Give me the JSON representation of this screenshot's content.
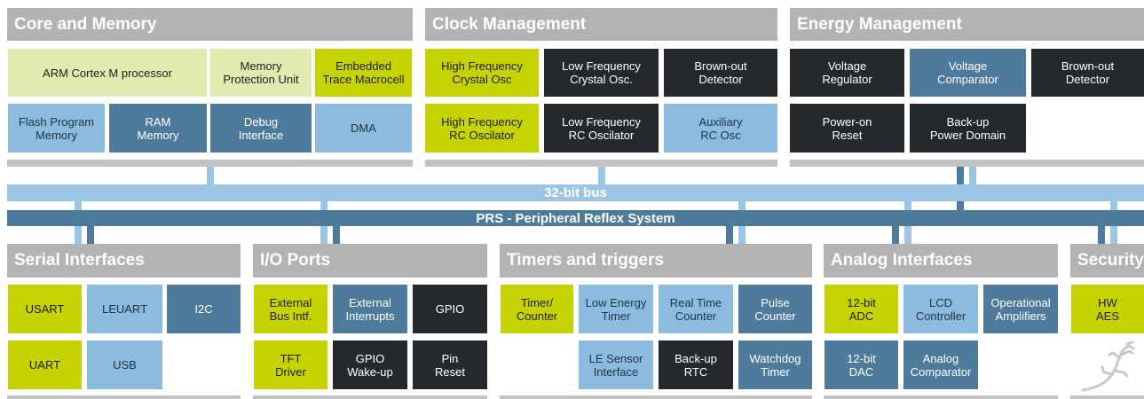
{
  "sections": {
    "core": "Core and Memory",
    "clock": "Clock Management",
    "energy": "Energy Management",
    "serial": "Serial Interfaces",
    "io": "I/O Ports",
    "timers": "Timers and triggers",
    "analog": "Analog Interfaces",
    "security": "Security"
  },
  "buses": {
    "bus32": "32-bit bus",
    "prs": "PRS - Peripheral Reflex System"
  },
  "blocks": {
    "arm": "ARM Cortex M processor",
    "mpu": "Memory\nProtection Unit",
    "etm": "Embedded\nTrace Macrocell",
    "flash": "Flash Program\nMemory",
    "ram": "RAM\nMemory",
    "debug": "Debug\nInterface",
    "dma": "DMA",
    "hfxo": "High Frequency\nCrystal Osc",
    "lfxo": "Low Frequency\nCrystal Osc.",
    "bod_clock": "Brown-out\nDetector",
    "hfrco": "High Frequency\nRC Oscilator",
    "lfrco": "Low Frequency\nRC Oscilator",
    "auxrco": "Auxiliary\nRC Osc",
    "vreg": "Voltage\nRegulator",
    "vcomp": "Voltage\nComparator",
    "bod_energy": "Brown-out\nDetector",
    "por": "Power-on\nReset",
    "backup_domain": "Back-up\nPower Domain",
    "usart": "USART",
    "leuart": "LEUART",
    "i2c": "I2C",
    "uart": "UART",
    "usb": "USB",
    "ebi": "External\nBus Intf.",
    "ext_int": "External\nInterrupts",
    "gpio": "GPIO",
    "tft": "TFT\nDriver",
    "gpio_wake": "GPIO\nWake-up",
    "pin_reset": "Pin\nReset",
    "timer": "Timer/\nCounter",
    "letimer": "Low Energy\nTimer",
    "rtc": "Real Time\nCounter",
    "pcnt": "Pulse\nCounter",
    "lesense": "LE Sensor\nInterface",
    "burtc": "Back-up\nRTC",
    "wdog": "Watchdog\nTimer",
    "adc": "12-bit\nADC",
    "lcd": "LCD\nController",
    "opamp": "Operational\nAmplifiers",
    "dac": "12-bit\nDAC",
    "acmp": "Analog\nComparator",
    "aes": "HW\nAES"
  },
  "colors": {
    "header_gray": "#b3b3b3",
    "green": "#c5d300",
    "pale_green": "#e2eab0",
    "light_blue": "#8cbbe0",
    "steel_blue": "#4e7a9b",
    "black": "#25292d"
  },
  "logo": "gecko-icon"
}
